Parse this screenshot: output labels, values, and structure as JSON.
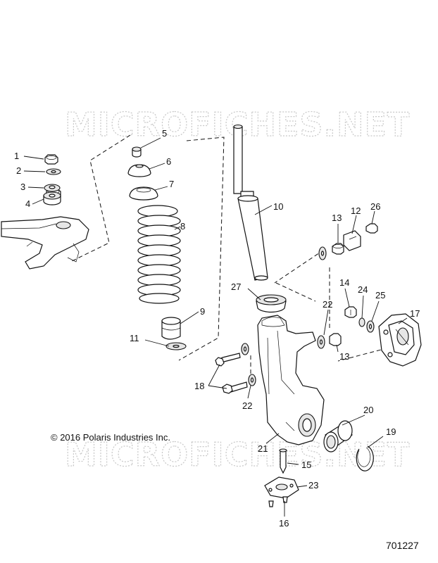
{
  "watermark_text": "MICROFICHES.NET",
  "copyright": "© 2016 Polaris Industries Inc.",
  "document_number": "701227",
  "callouts": {
    "c1": "1",
    "c2": "2",
    "c3": "3",
    "c4": "4",
    "c5": "5",
    "c6": "6",
    "c7": "7",
    "c8": "8",
    "c9": "9",
    "c10": "10",
    "c11": "11",
    "c12": "12",
    "c13a": "13",
    "c13b": "13",
    "c14": "14",
    "c15": "15",
    "c16": "16",
    "c17": "17",
    "c18": "18",
    "c19": "19",
    "c20": "20",
    "c21": "21",
    "c22a": "22",
    "c22b": "22",
    "c23": "23",
    "c24": "24",
    "c25": "25",
    "c26": "26",
    "c27": "27"
  }
}
